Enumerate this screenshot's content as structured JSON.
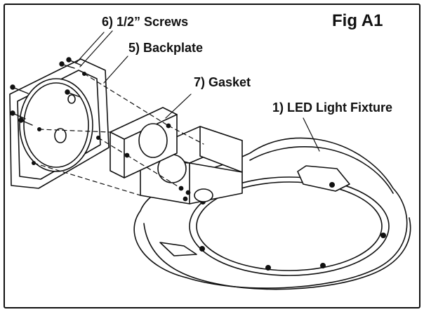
{
  "figure": {
    "title": "Fig A1",
    "labels": {
      "screws": "6) 1/2” Screws",
      "backplate": "5) Backplate",
      "gasket": "7) Gasket",
      "fixture": "1) LED Light Fixture"
    }
  }
}
